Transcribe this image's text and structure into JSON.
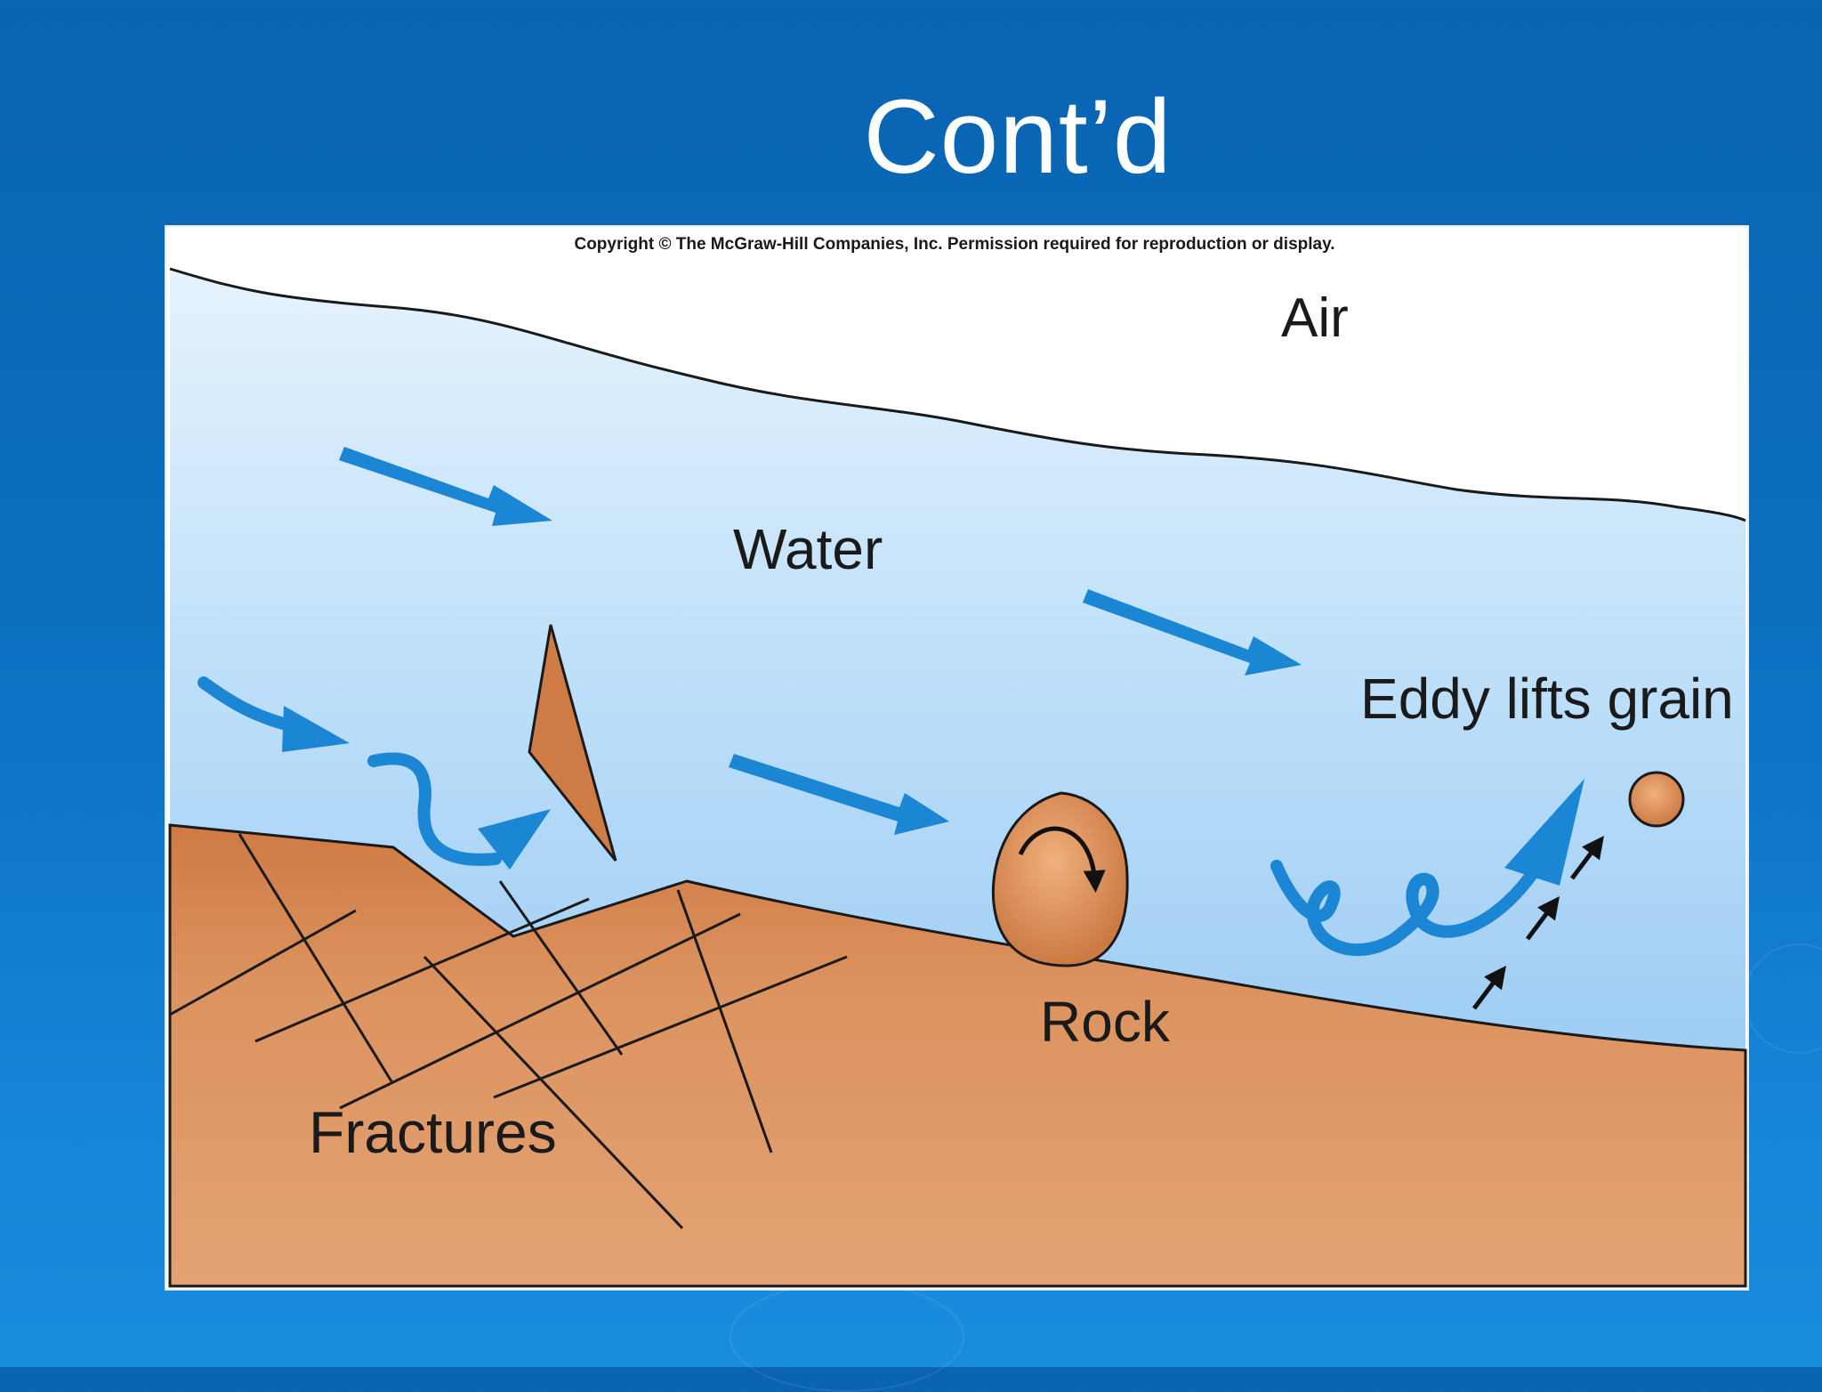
{
  "slide": {
    "title": "Cont’d"
  },
  "diagram": {
    "copyright": "Copyright © The McGraw-Hill Companies, Inc. Permission required for reproduction or display.",
    "labels": {
      "air": "Air",
      "water": "Water",
      "eddy": "Eddy lifts grain",
      "rock": "Rock",
      "fractures": "Fractures"
    },
    "colors": {
      "slide_background": "#0a6fbf",
      "water": "#a8d4f6",
      "ground": "#d98a55",
      "arrow": "#1b86d4",
      "outline": "#1a1a1a"
    }
  }
}
